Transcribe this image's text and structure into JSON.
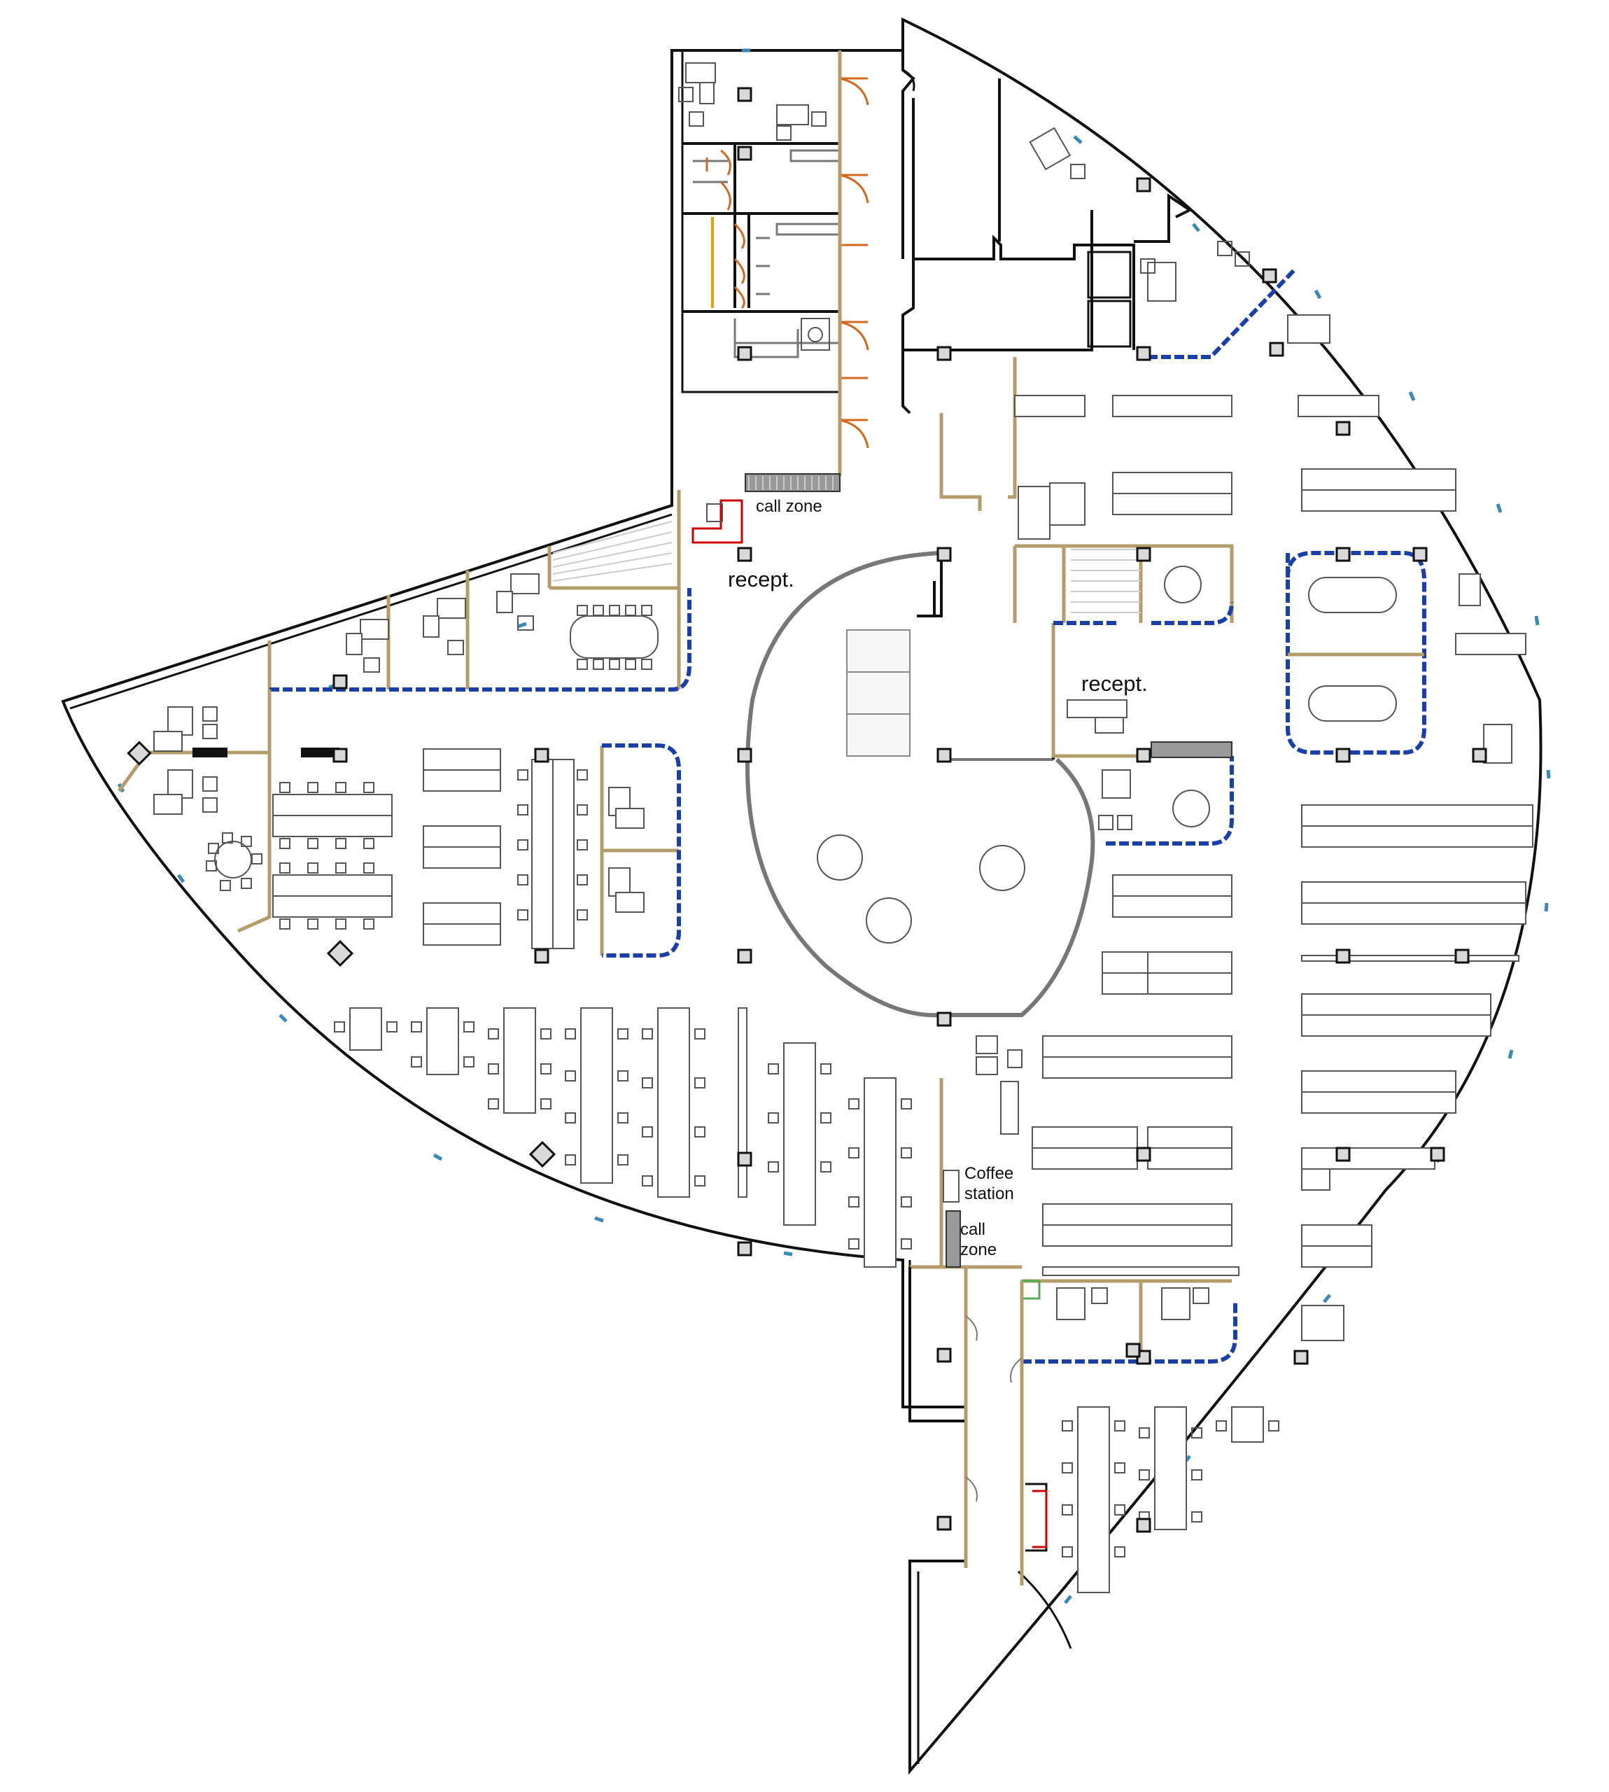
{
  "labels": {
    "call_zone_top": "call zone",
    "recept_top": "recept.",
    "recept_right": "recept.",
    "coffee_line1": "Coffee",
    "coffee_line2": "station",
    "call_zone_bottom_line1": "call",
    "call_zone_bottom_line2": "zone"
  },
  "colors": {
    "exterior_wall": "#111111",
    "partition": "#b49c6b",
    "glass_partition": "#1b3fa8",
    "window_mullion": "#3a8ab5",
    "column": "#d9d9d9",
    "furniture": "#555555",
    "restroom_door": "#d2691e"
  }
}
